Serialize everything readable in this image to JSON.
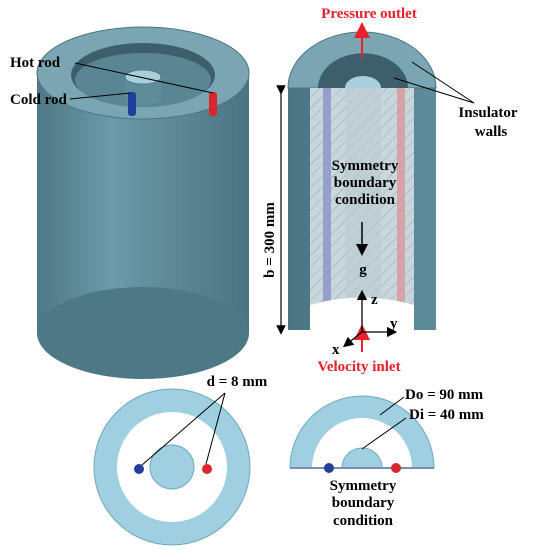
{
  "labels": {
    "hot_rod": "Hot rod",
    "cold_rod": "Cold rod",
    "pressure_outlet": "Pressure outlet",
    "insulator_line1": "Insulator",
    "insulator_line2": "walls",
    "symmetry_line1": "Symmetry",
    "symmetry_line2": "boundary",
    "symmetry_line3": "condition",
    "height": "b = 300 mm",
    "gravity": "g",
    "axis_z": "z",
    "axis_y": "y",
    "axis_x": "x",
    "velocity_inlet": "Velocity inlet",
    "rod_diameter": "d = 8 mm",
    "outer_diameter": "Do = 90 mm",
    "inner_diameter": "Di = 40 mm",
    "bottom_symmetry_line1": "Symmetry",
    "bottom_symmetry_line2": "boundary",
    "bottom_symmetry_line3": "condition"
  },
  "colors": {
    "wall": "#5f8c9b",
    "wall_dark": "#3f6672",
    "wall_light": "#a7cfdc",
    "section": "#9fcfe0",
    "hot_rod": "#d8262c",
    "cold_rod": "#1f3f9a",
    "flow_arrow": "#e8202a",
    "text": "#000000"
  }
}
